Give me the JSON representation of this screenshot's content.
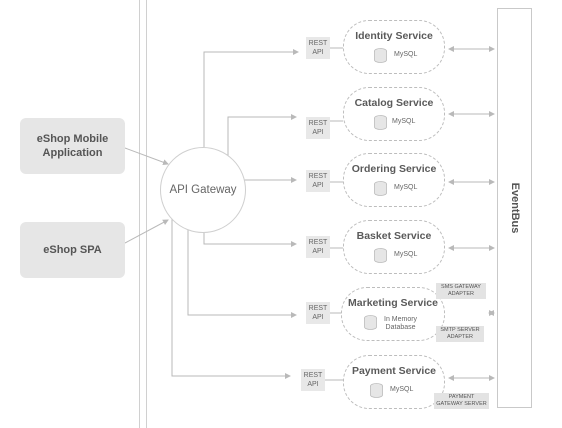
{
  "clients": {
    "mobile": "eShop Mobile\nApplication",
    "spa": "eShop SPA"
  },
  "gateway": {
    "label": "API Gateway"
  },
  "rest_label": "REST\nAPI",
  "eventbus": {
    "label": "EventBus"
  },
  "services": [
    {
      "name": "Identity Service",
      "db": "MySQL"
    },
    {
      "name": "Catalog Service",
      "db": "MySQL"
    },
    {
      "name": "Ordering Service",
      "db": "MySQL"
    },
    {
      "name": "Basket Service",
      "db": "MySQL"
    },
    {
      "name": "Marketing Service",
      "db": "In Memory\nDatabase"
    },
    {
      "name": "Payment Service",
      "db": "MySQL"
    }
  ],
  "adapters": {
    "sms": "SMS GATEWAY\nADAPTER",
    "smtp": "SMTP SERVER\nADAPTER",
    "payment": "PAYMENT\nGATEWAY SERVER"
  },
  "colors": {
    "line": "#b9b9b9",
    "box": "#e6e6e6",
    "dashed_border": "#bdbdbd"
  }
}
